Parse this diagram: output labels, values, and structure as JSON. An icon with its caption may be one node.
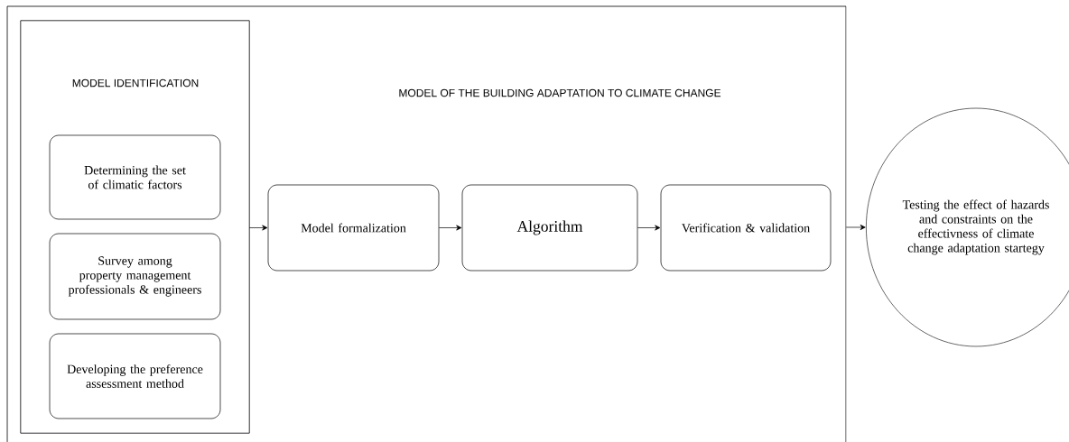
{
  "diagram": {
    "nodes": [
      {
        "text": [
          "MODEL OF THE BUILDING ADAPTATION TO CLIMATE CHANGE"
        ]
      },
      {
        "text": [
          "MODEL IDENTIFICATION"
        ],
        "in": 0
      },
      {
        "text": [
          "Determining the set of climatic factors"
        ],
        "in": 1
      },
      {
        "text": [
          "Survey among property management professionals & engineers"
        ],
        "in": 1
      },
      {
        "text": [
          "Developing the preference assessment method"
        ],
        "in": 1
      },
      {
        "text": [
          "Model formalization"
        ],
        "in": 0
      },
      {
        "text": [
          "Algorithm"
        ],
        "in": 0
      },
      {
        "text": [
          "Verification & validation"
        ],
        "in": 0
      },
      {
        "text": [
          "Testing the effect of hazards and constraints on the effectivness of climate change adaptation startegy"
        ]
      }
    ],
    "edges": [
      {
        "from": 1,
        "to": 5,
        "arrow": "to"
      },
      {
        "from": 5,
        "to": 6,
        "arrow": "to"
      },
      {
        "from": 6,
        "to": 7,
        "arrow": "to"
      },
      {
        "from": 0,
        "to": 8,
        "arrow": "to"
      }
    ]
  }
}
